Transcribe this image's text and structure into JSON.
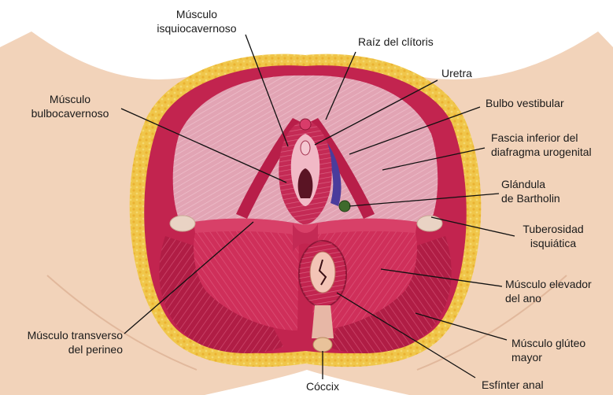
{
  "labels": {
    "isquiocavernoso": [
      "Músculo",
      "isquiocavernoso"
    ],
    "raiz_clitoris": [
      "Raíz del clítoris"
    ],
    "uretra": [
      "Uretra"
    ],
    "bulbocavernoso": [
      "Músculo",
      "bulbocavernoso"
    ],
    "bulbo_vestibular": [
      "Bulbo vestibular"
    ],
    "fascia": [
      "Fascia inferior del",
      "diafragma urogenital"
    ],
    "bartholin": [
      "Glándula",
      "de Bartholin"
    ],
    "tuberosidad": [
      "Tuberosidad",
      "isquiática"
    ],
    "elevador": [
      "Músculo elevador",
      "del ano"
    ],
    "transverso": [
      "Músculo transverso",
      "del perineo"
    ],
    "gluteo": [
      "Músculo glúteo",
      "mayor"
    ],
    "coccix": [
      "Cóccix"
    ],
    "esfinter": [
      "Esfínter anal"
    ]
  },
  "colors": {
    "skin": "#f2d3ba",
    "fat": "#f0c64a",
    "muscle": "#c2244f",
    "muscle_dark": "#8e1637",
    "fascia": "#e2a4b4",
    "bulb": "#4a3c9c",
    "gland": "#3e6a2c"
  }
}
